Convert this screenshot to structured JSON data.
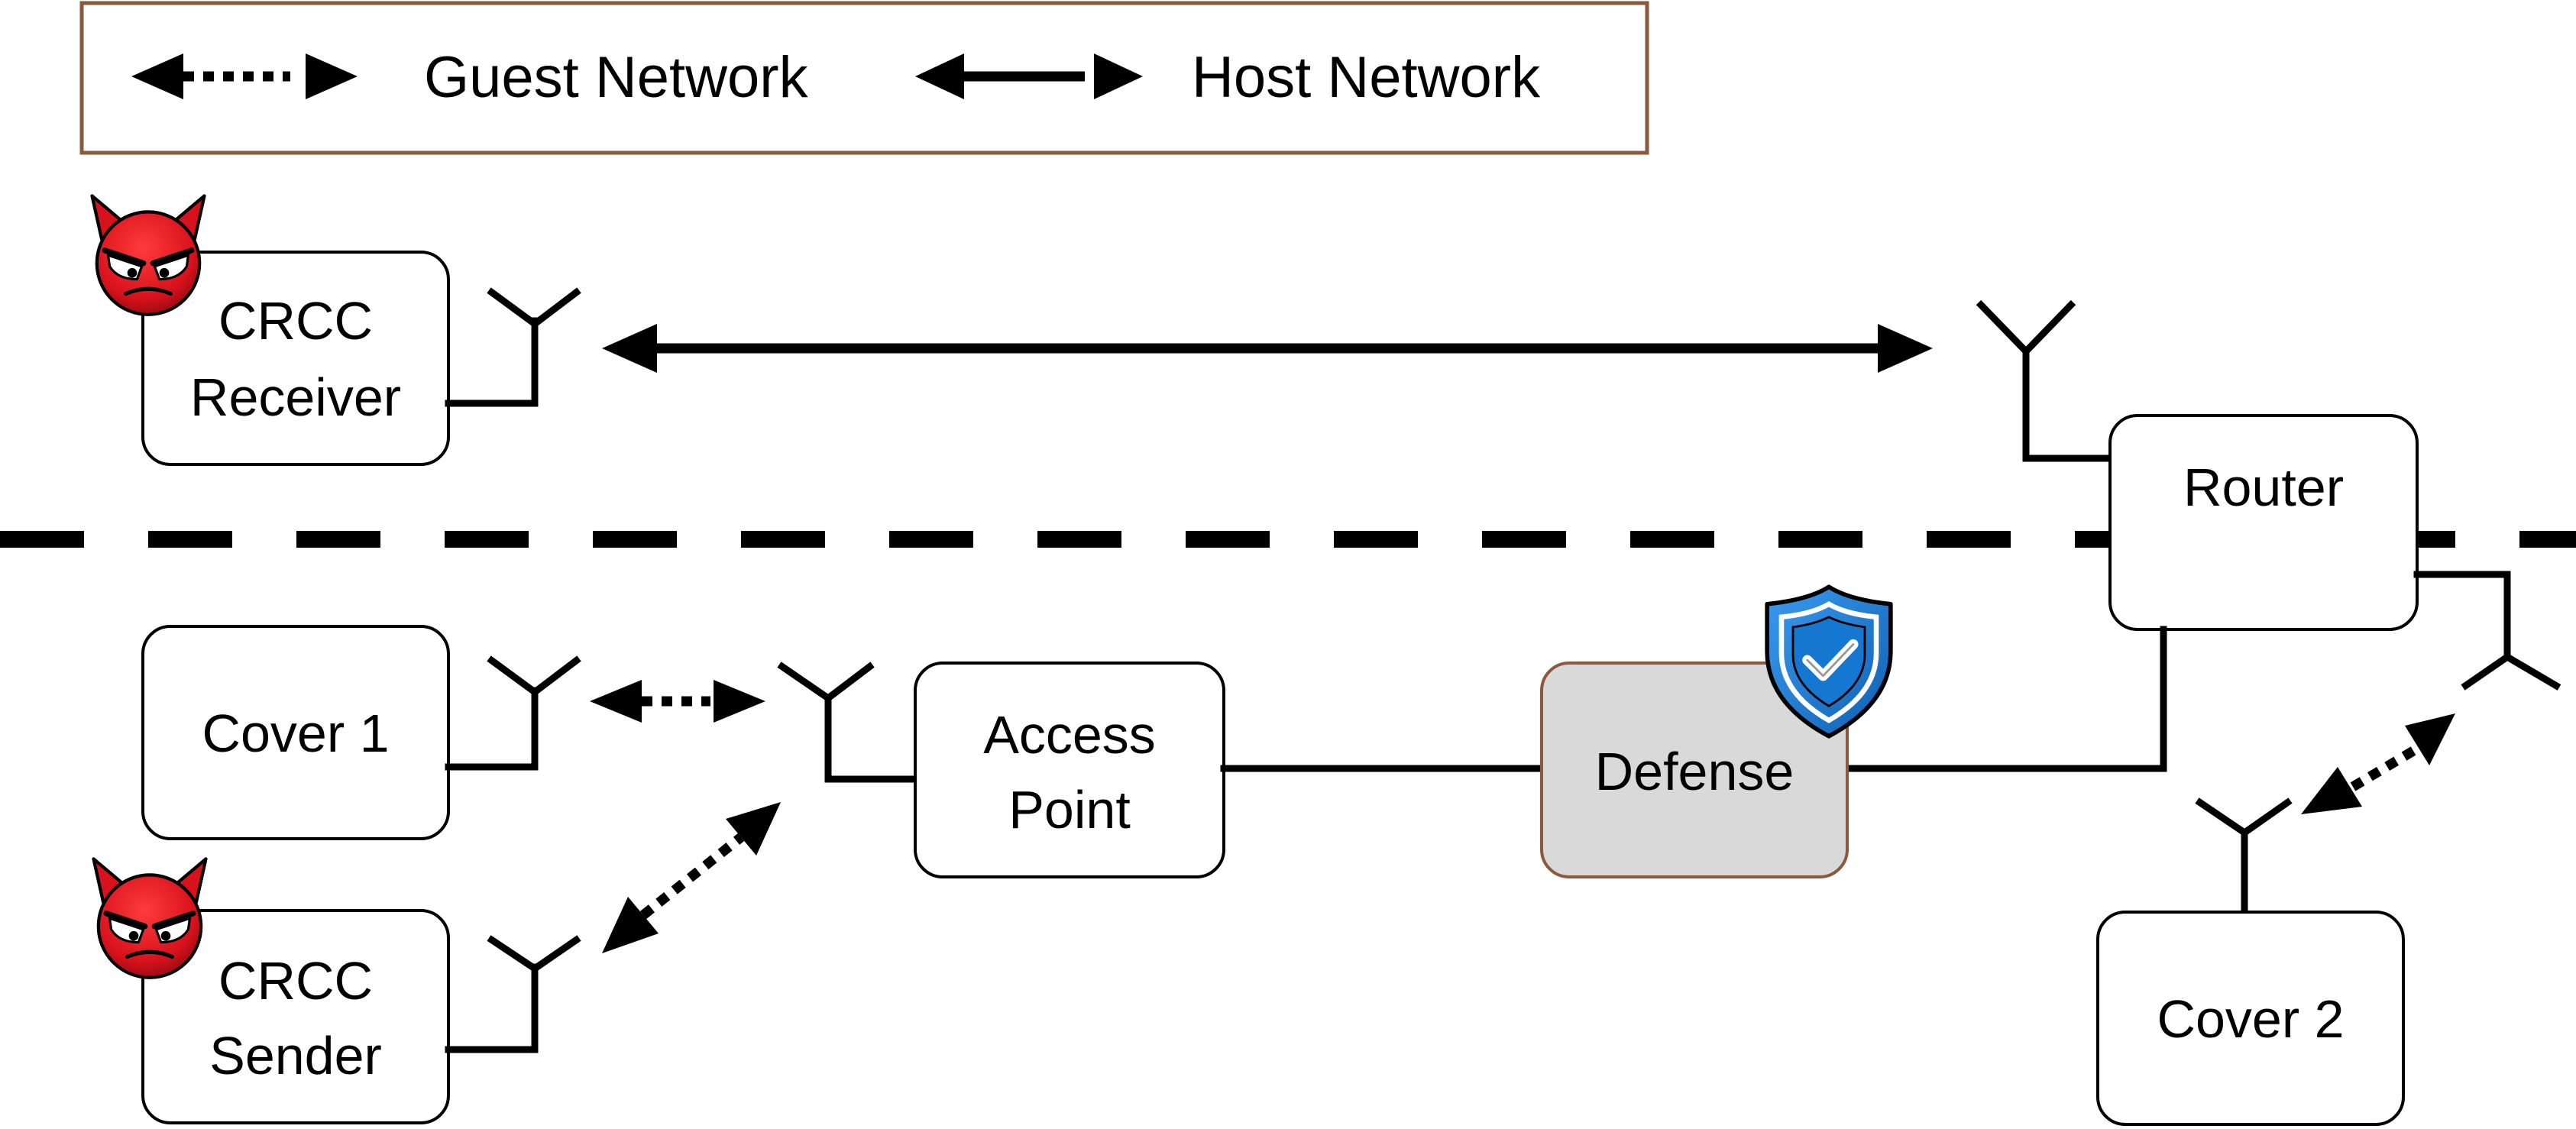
{
  "legend": {
    "guest_label": "Guest Network",
    "host_label": "Host Network"
  },
  "nodes": {
    "crcc_receiver": {
      "line1": "CRCC",
      "line2": "Receiver"
    },
    "router": {
      "label": "Router"
    },
    "cover1": {
      "label": "Cover 1"
    },
    "access_point": {
      "line1": "Access",
      "line2": "Point"
    },
    "defense": {
      "label": "Defense"
    },
    "crcc_sender": {
      "line1": "CRCC",
      "line2": "Sender"
    },
    "cover2": {
      "label": "Cover 2"
    }
  },
  "icons": {
    "attacker": "devil-face-icon",
    "defense": "shield-check-icon"
  },
  "colors": {
    "legend_border": "#8B5A3C",
    "defense_fill": "#D9D9D9",
    "defense_border": "#8B5A3C",
    "devil_red": "#E31B23",
    "shield_blue": "#1F7FD6"
  }
}
